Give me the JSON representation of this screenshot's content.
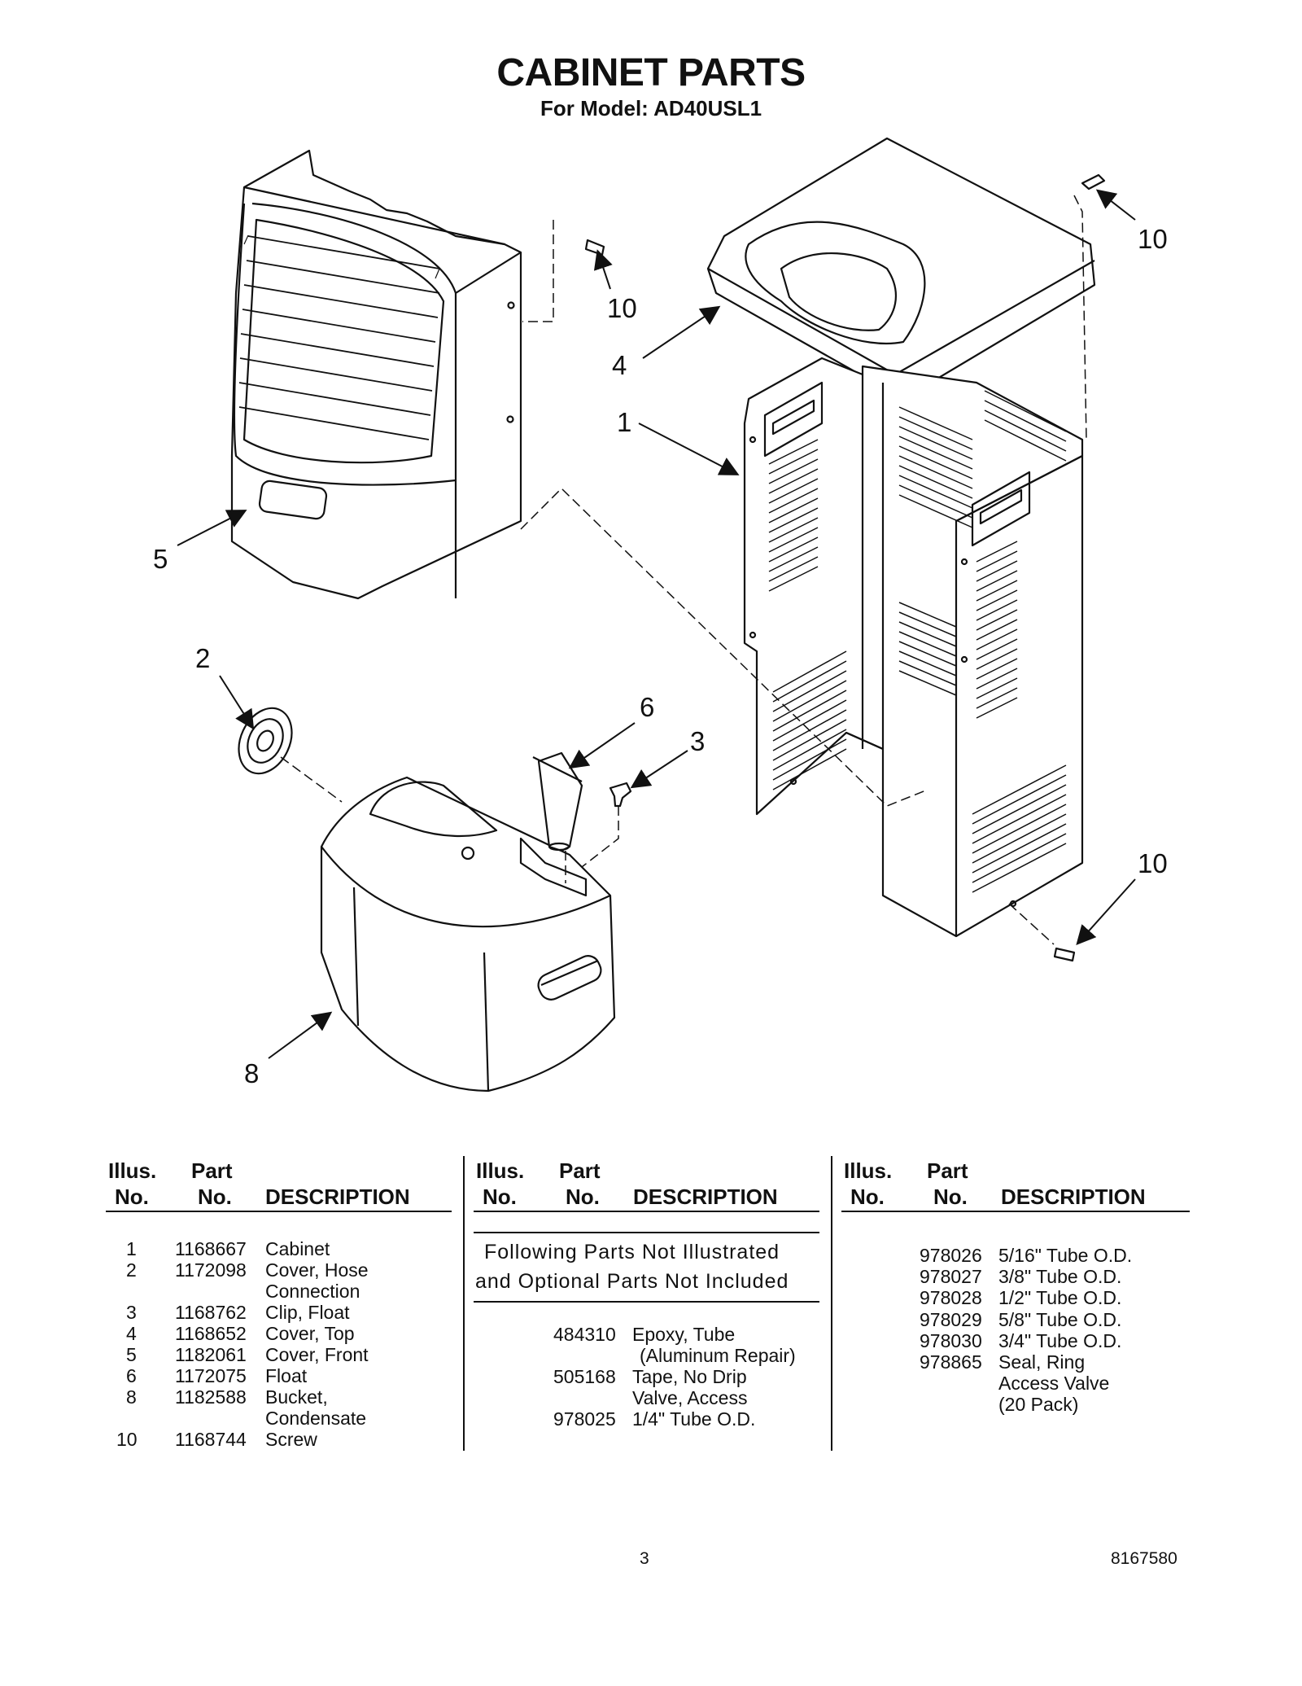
{
  "header": {
    "title": "CABINET PARTS",
    "subtitle": "For Model: AD40USL1"
  },
  "callouts": [
    "10",
    "10",
    "4",
    "1",
    "5",
    "2",
    "6",
    "3",
    "10",
    "8"
  ],
  "table": {
    "col_headers": {
      "illus_1": "Illus.",
      "illus_2": "No.",
      "part_1": "Part",
      "part_2": "No.",
      "desc": "DESCRIPTION"
    },
    "parts": [
      {
        "illus": "1",
        "part": "1168667",
        "desc": [
          "Cabinet"
        ]
      },
      {
        "illus": "2",
        "part": "1172098",
        "desc": [
          "Cover, Hose",
          "Connection"
        ]
      },
      {
        "illus": "3",
        "part": "1168762",
        "desc": [
          "Clip, Float"
        ]
      },
      {
        "illus": "4",
        "part": "1168652",
        "desc": [
          "Cover, Top"
        ]
      },
      {
        "illus": "5",
        "part": "1182061",
        "desc": [
          "Cover, Front"
        ]
      },
      {
        "illus": "6",
        "part": "1172075",
        "desc": [
          "Float"
        ]
      },
      {
        "illus": "8",
        "part": "1182588",
        "desc": [
          "Bucket,",
          "Condensate"
        ]
      },
      {
        "illus": "10",
        "part": "1168744",
        "desc": [
          "Screw"
        ]
      }
    ],
    "note": [
      "Following Parts Not Illustrated",
      "and Optional Parts Not Included"
    ],
    "optional_mid": [
      {
        "part": "484310",
        "desc": [
          "Epoxy, Tube",
          "(Aluminum Repair)"
        ]
      },
      {
        "part": "505168",
        "desc": [
          "Tape, No Drip",
          "Valve, Access"
        ]
      },
      {
        "part": "978025",
        "desc": [
          "1/4\" Tube O.D."
        ]
      }
    ],
    "optional_right": [
      {
        "part": "978026",
        "desc": [
          "5/16\" Tube O.D."
        ]
      },
      {
        "part": "978027",
        "desc": [
          "3/8\" Tube O.D."
        ]
      },
      {
        "part": "978028",
        "desc": [
          "1/2\" Tube O.D."
        ]
      },
      {
        "part": "978029",
        "desc": [
          "5/8\" Tube O.D."
        ]
      },
      {
        "part": "978030",
        "desc": [
          "3/4\" Tube O.D."
        ]
      },
      {
        "part": "978865",
        "desc": [
          "Seal, Ring",
          "Access Valve",
          "(20 Pack)"
        ]
      }
    ]
  },
  "footer": {
    "page_number": "3",
    "doc_number": "8167580"
  }
}
